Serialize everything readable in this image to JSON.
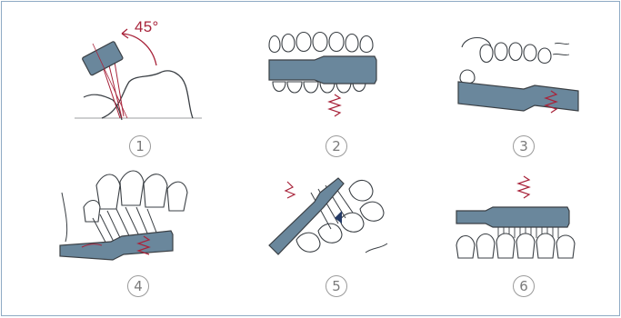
{
  "steps": [
    {
      "number": "1"
    },
    {
      "number": "2"
    },
    {
      "number": "3"
    },
    {
      "number": "4"
    },
    {
      "number": "5"
    },
    {
      "number": "6"
    }
  ],
  "angle_label": "45°",
  "colors": {
    "brush": "#6a879c",
    "outline": "#3a3f44",
    "accent": "#a8233a",
    "circle": "#9a9a9a"
  }
}
